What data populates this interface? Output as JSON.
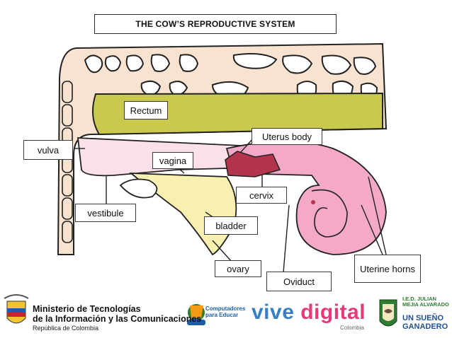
{
  "title": "THE  COW’S REPRODUCTIVE SYSTEM",
  "labels": {
    "rectum": "Rectum",
    "vulva": "vulva",
    "uterus_body": "Uterus body",
    "vagina": "vagina",
    "cervix": "cervix",
    "vestibule": "vestibule",
    "bladder": "bladder",
    "ovary": "ovary",
    "oviduct": "Oviduct",
    "uterine_horns": "Uterine horns"
  },
  "footer": {
    "ministry_line1": "Ministerio de Tecnologías",
    "ministry_line2": "de la Información y las Comunicaciones",
    "ministry_sub": "República de Colombia",
    "cpe_line1": "Computadores",
    "cpe_line2": "para Educar",
    "vive": "vive",
    "digital": "digital",
    "colombia": "Colombia",
    "ied_line1": "I.E.D. JULIAN",
    "ied_line2": "MEJIA ALVARADO",
    "sueno_line1": "UN SUEÑO",
    "sueno_line2": "GANADERO"
  },
  "colors": {
    "bone": "#f7e3cf",
    "rectum": "#c9c94d",
    "uterus": "#f4a9c8",
    "cervix": "#b2354b",
    "bladder": "#f7f0b0",
    "vestibule": "#fbe0e8"
  }
}
